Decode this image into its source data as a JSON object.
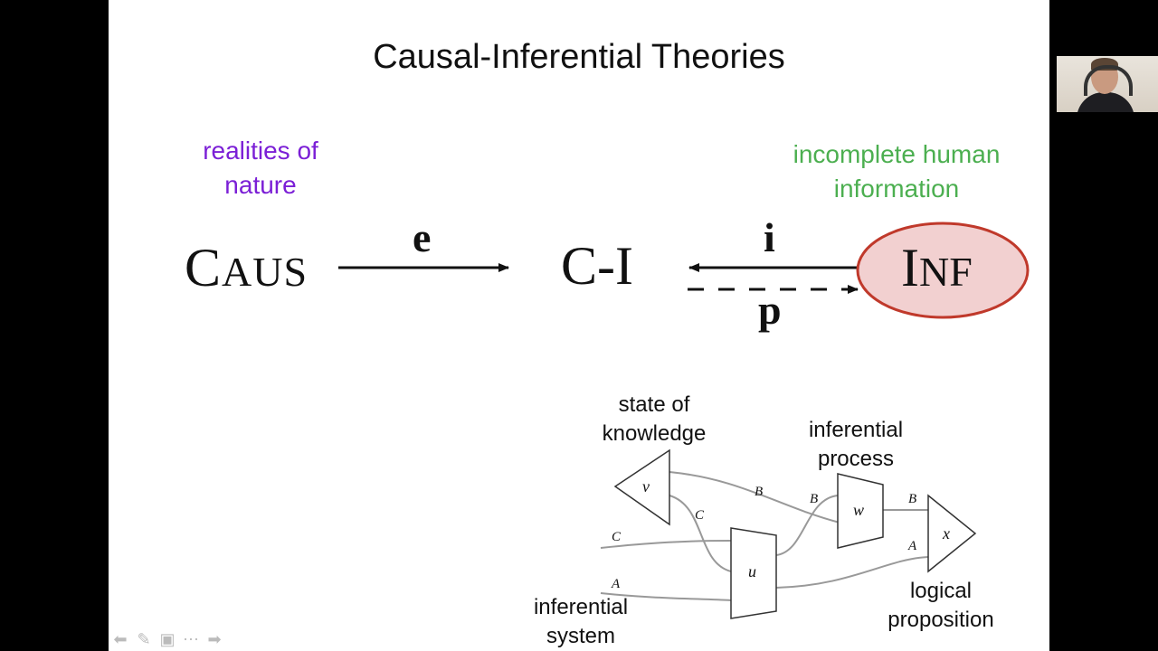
{
  "slide": {
    "title": "Causal-Inferential Theories",
    "left_note": [
      "realities of",
      "nature"
    ],
    "right_note": [
      "incomplete human",
      "information"
    ]
  },
  "top_diagram": {
    "caus": {
      "first": "C",
      "rest": "AUS"
    },
    "ci": "C-I",
    "inf": {
      "first": "I",
      "rest": "NF"
    },
    "arrow_e": "e",
    "arrow_i": "i",
    "arrow_p": "p",
    "ellipse_fill": "#f2d0d0",
    "ellipse_stroke": "#c0392b"
  },
  "bottom_diagram": {
    "labels": {
      "state": [
        "state of",
        "knowledge"
      ],
      "process": [
        "inferential",
        "process"
      ],
      "system": [
        "inferential",
        "system"
      ],
      "proposition": [
        "logical",
        "proposition"
      ]
    },
    "nodes": {
      "v": "v",
      "w": "w",
      "u": "u",
      "x": "x"
    },
    "wires": {
      "B1": "B",
      "B2": "B",
      "B3": "B",
      "C1": "C",
      "C2": "C",
      "A1": "A",
      "A2": "A"
    }
  },
  "controls": {
    "icons": [
      "arrow-left-icon",
      "pencil-icon",
      "screen-icon",
      "more-icon",
      "arrow-right-icon"
    ],
    "glyphs": [
      "⬅",
      "✎",
      "▣",
      "⋯",
      "➡"
    ]
  },
  "colors": {
    "purple": "#7b1fd6",
    "green": "#4caf50",
    "wire": "#999999"
  }
}
